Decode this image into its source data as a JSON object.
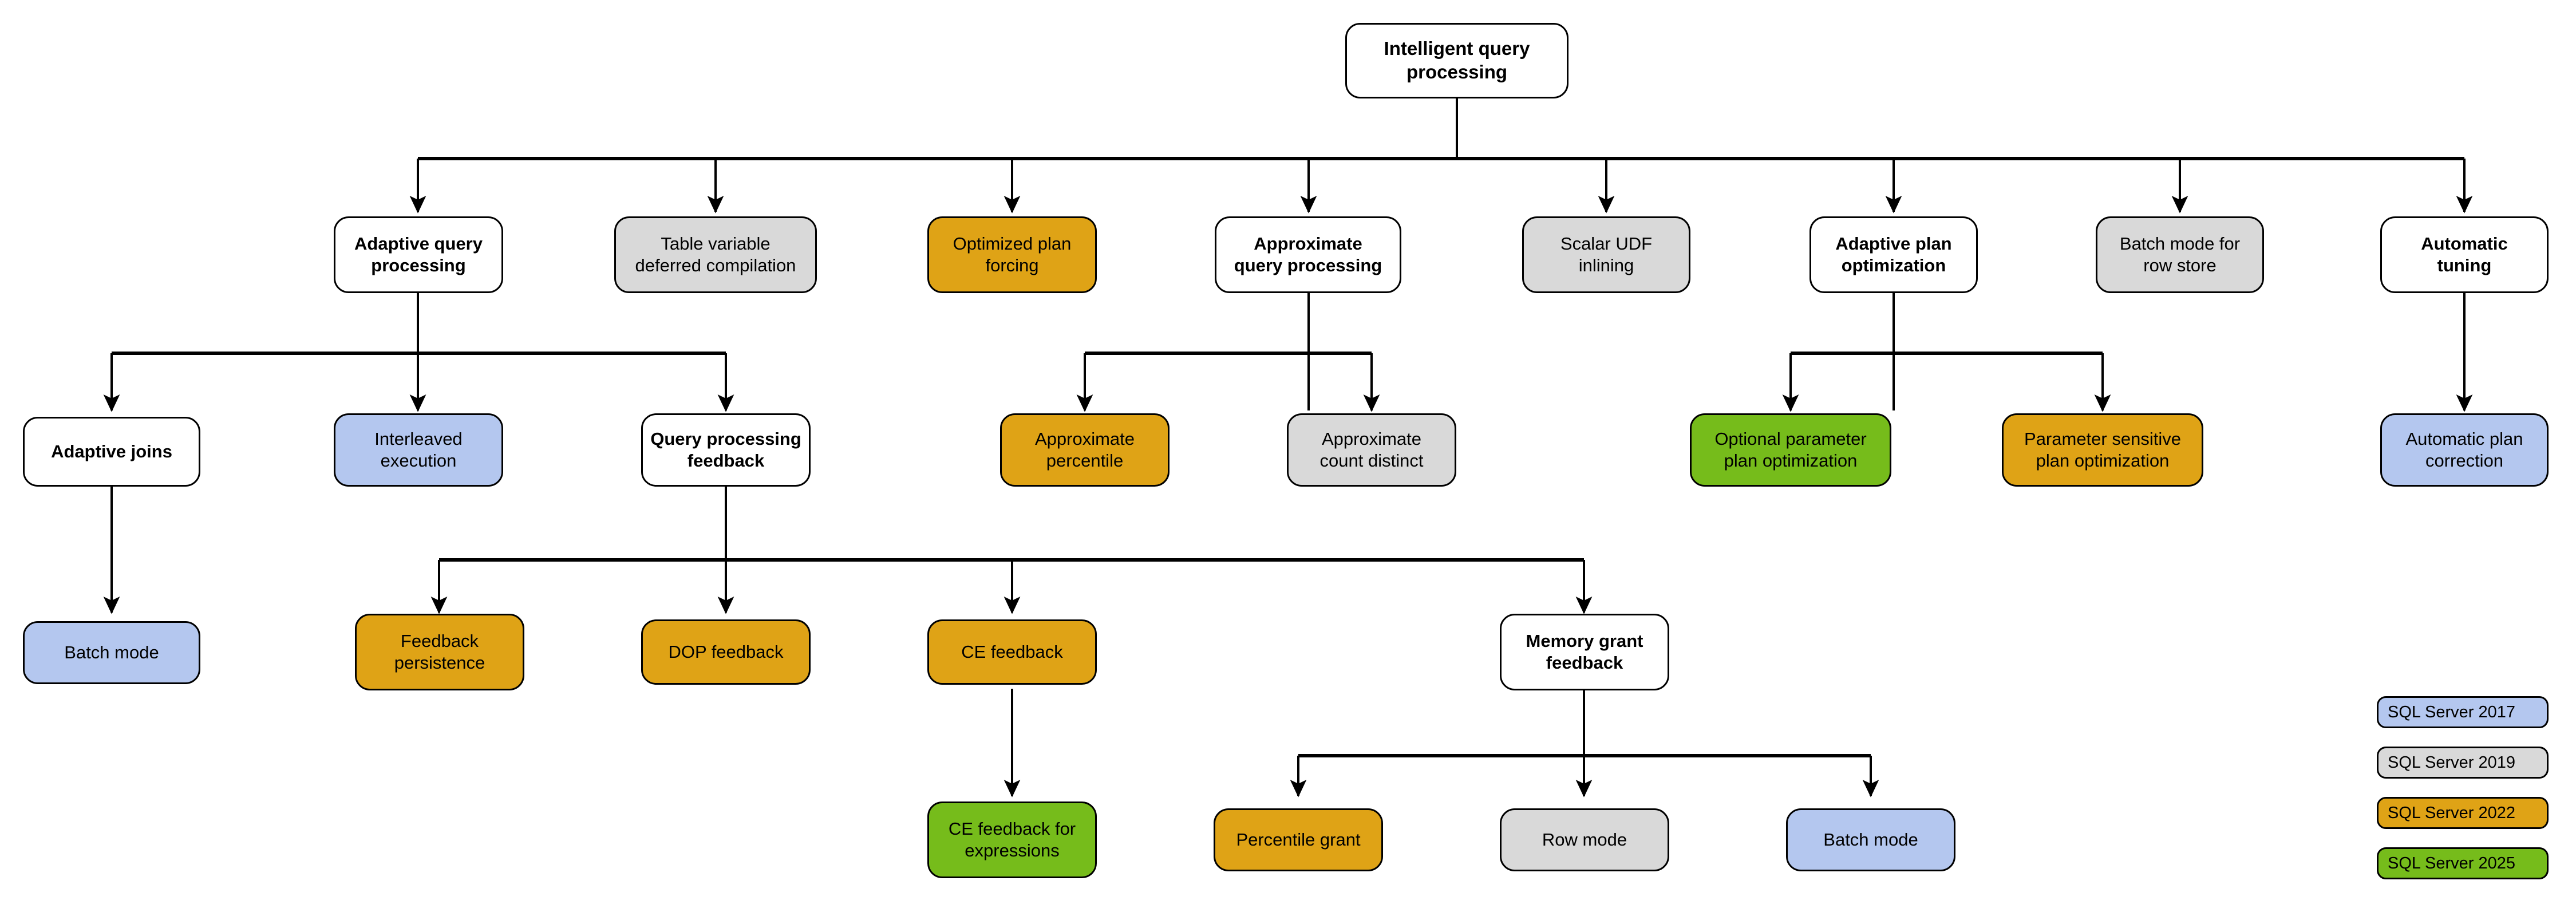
{
  "diagram": {
    "title": "Intelligent query processing",
    "palette": {
      "white": "#ffffff",
      "gray": "#d9d9d9",
      "gold": "#dfa316",
      "blue": "#b4c7ef",
      "green": "#76bc1b",
      "stroke": "#000000"
    }
  },
  "nodes": {
    "root": {
      "label": "Intelligent query\nprocessing"
    },
    "adaptive_query_processing": {
      "label": "Adaptive query\nprocessing"
    },
    "table_variable_deferred": {
      "label": "Table variable\ndeferred compilation"
    },
    "optimized_plan_forcing": {
      "label": "Optimized plan\nforcing"
    },
    "approximate_query_processing": {
      "label": "Approximate\nquery processing"
    },
    "scalar_udf_inlining": {
      "label": "Scalar UDF\ninlining"
    },
    "adaptive_plan_optimization": {
      "label": "Adaptive plan\noptimization"
    },
    "batch_mode_for_row_store": {
      "label": "Batch mode for\nrow store"
    },
    "automatic_tuning": {
      "label": "Automatic\ntuning"
    },
    "adaptive_joins": {
      "label": "Adaptive joins"
    },
    "interleaved_execution": {
      "label": "Interleaved\nexecution"
    },
    "query_processing_feedback": {
      "label": "Query processing\nfeedback"
    },
    "approximate_percentile": {
      "label": "Approximate\npercentile"
    },
    "approximate_count_distinct": {
      "label": "Approximate\ncount distinct"
    },
    "optional_parameter_plan_optimization": {
      "label": "Optional parameter\nplan optimization"
    },
    "parameter_sensitive_plan_optimization": {
      "label": "Parameter sensitive\nplan optimization"
    },
    "automatic_plan_correction": {
      "label": "Automatic plan\ncorrection"
    },
    "batch_mode_aj": {
      "label": "Batch mode"
    },
    "feedback_persistence": {
      "label": "Feedback\npersistence"
    },
    "dop_feedback": {
      "label": "DOP feedback"
    },
    "ce_feedback": {
      "label": "CE feedback"
    },
    "memory_grant_feedback": {
      "label": "Memory grant\nfeedback"
    },
    "ce_feedback_for_expressions": {
      "label": "CE feedback for\nexpressions"
    },
    "percentile_grant": {
      "label": "Percentile grant"
    },
    "row_mode": {
      "label": "Row mode"
    },
    "batch_mode_mgf": {
      "label": "Batch mode"
    }
  },
  "legend": {
    "items": [
      {
        "label": "SQL Server 2017",
        "color": "#b4c7ef"
      },
      {
        "label": "SQL Server 2019",
        "color": "#d9d9d9"
      },
      {
        "label": "SQL Server 2022",
        "color": "#dfa316"
      },
      {
        "label": "SQL Server 2025",
        "color": "#76bc1b"
      }
    ]
  }
}
